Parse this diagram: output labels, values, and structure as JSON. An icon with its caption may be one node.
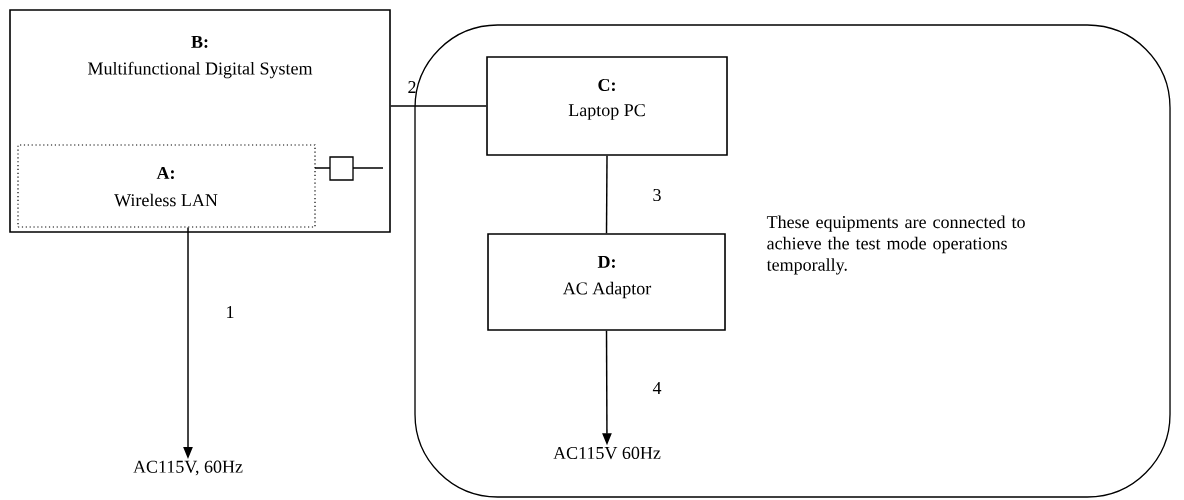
{
  "diagram": {
    "nodes": [
      {
        "text": [
          "B:",
          "Multifunctional Digital System"
        ]
      },
      {
        "text": [
          "A:",
          "Wireless LAN"
        ],
        "in": 0
      },
      {
        "text": [
          "These equipments are connected to achieve the test mode operations temporally."
        ]
      },
      {
        "text": [
          "C:",
          "Laptop PC"
        ],
        "in": 2
      },
      {
        "text": [
          "D:",
          "AC Adaptor"
        ],
        "in": 2
      },
      {
        "text": [
          "AC115V, 60Hz"
        ]
      },
      {
        "text": [
          "AC115V 60Hz"
        ],
        "in": 2
      }
    ],
    "edges": [
      {
        "from": 1,
        "to": 5,
        "arrow": "to",
        "label": "1"
      },
      {
        "from": 0,
        "to": 3,
        "arrow": "none",
        "label": "2"
      },
      {
        "from": 3,
        "to": 4,
        "arrow": "none",
        "label": "3"
      },
      {
        "from": 4,
        "to": 6,
        "arrow": "to",
        "label": "4"
      }
    ]
  }
}
